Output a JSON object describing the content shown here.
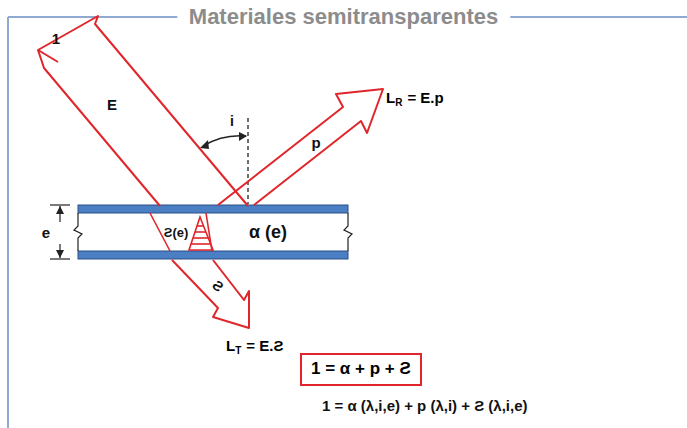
{
  "diagram": {
    "title": "Materiales semitransparentes",
    "nodes": [
      {
        "text": [
          "1 = α + p + Ƨ"
        ]
      }
    ],
    "labels": [
      "1",
      "E",
      "i",
      "L",
      "R",
      "= E.p",
      "p",
      "e",
      "Ƨ(e)",
      "α (e)",
      "Ƨ",
      "L",
      "T",
      "= E.Ƨ",
      "1 = α (λ,i,e) + p (λ,i) + Ƨ (λ,i,e)"
    ]
  }
}
